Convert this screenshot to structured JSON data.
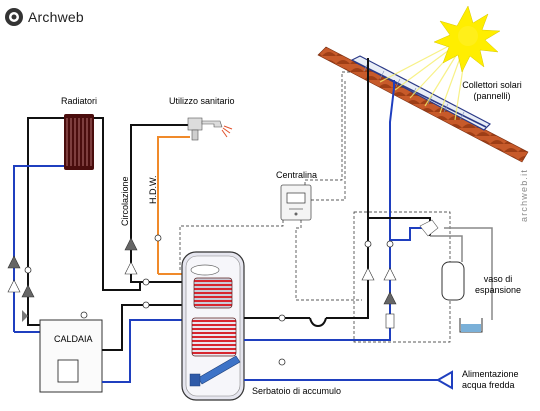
{
  "brand": {
    "name": "Archweb",
    "watermark": "archweb.it"
  },
  "labels": {
    "radiators": "Radiatori",
    "sanitary": "Utilizzo sanitario",
    "circulation": "Circolazione",
    "hdw": "H.D.W.",
    "control_unit": "Centralina",
    "solar_line1": "Collettori solari",
    "solar_line2": "(pannelli)",
    "boiler": "CALDAIA",
    "expansion_line1": "vaso di",
    "expansion_line2": "espansione",
    "cold_water_line1": "Alimentazione",
    "cold_water_line2": "acqua fredda",
    "storage_tank": "Serbatoio di accumulo"
  },
  "colors": {
    "hot_pipe": "#111111",
    "return_pipe": "#1f3fbf",
    "dhw_pipe": "#f08a2a",
    "control_wire": "#222222",
    "coil": "#d8262f",
    "sun": "#ffee00",
    "radiator": "#5a1414",
    "roof": "#b54b1f"
  }
}
